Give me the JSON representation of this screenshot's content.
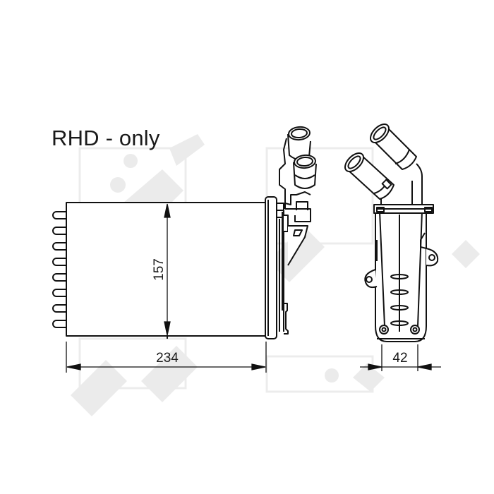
{
  "drawing": {
    "title": "RHD - only",
    "subject": "heater-core-radiator",
    "views": [
      "front-view",
      "side-view"
    ],
    "line_color": "#111111",
    "watermark_color": "#e6e6e6"
  },
  "dimensions": {
    "height": {
      "value": "157",
      "orientation": "vertical"
    },
    "width": {
      "value": "234",
      "orientation": "horizontal"
    },
    "depth": {
      "value": "42",
      "orientation": "horizontal"
    }
  },
  "front_view": {
    "fin_loops": 8
  },
  "side_view": {
    "ribs": 4,
    "mounting_lugs": 2,
    "bottom_bolts": 2
  }
}
